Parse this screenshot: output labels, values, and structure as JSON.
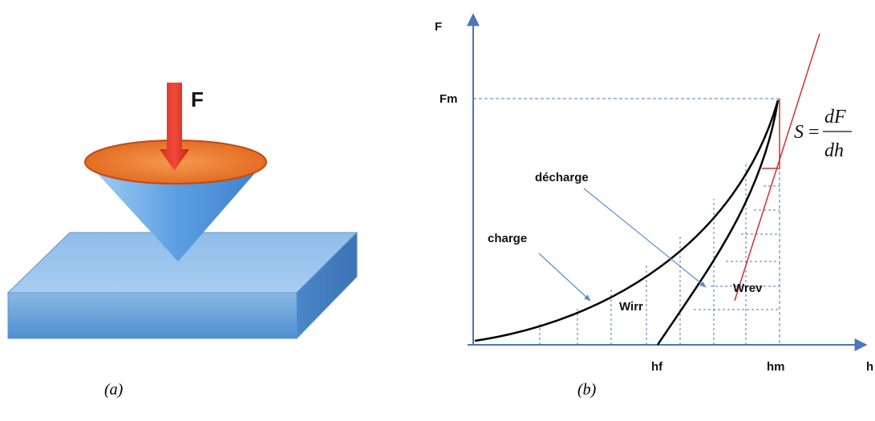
{
  "panel_a": {
    "force_label": "F",
    "caption": "(a)"
  },
  "panel_b": {
    "axis_y_label": "F",
    "axis_x_label": "h",
    "fm_label": "Fm",
    "hf_label": "hf",
    "hm_label": "hm",
    "charge_label": "charge",
    "decharge_label": "décharge",
    "wirr_label": "Wirr",
    "wrev_label": "Wrev",
    "formula": {
      "lhs": "S",
      "eq": "=",
      "numerator": "dF",
      "denominator": "dh"
    },
    "caption": "(b)"
  },
  "colors": {
    "axis": "#4a78b5",
    "curve": "#000000",
    "tangent": "#d03030",
    "guide": "#4a78b5",
    "arrow_red": "#e8342a",
    "cone_top": "#e8742a",
    "cone_body": "#5d9fe0",
    "block": "#6fa8e0"
  }
}
